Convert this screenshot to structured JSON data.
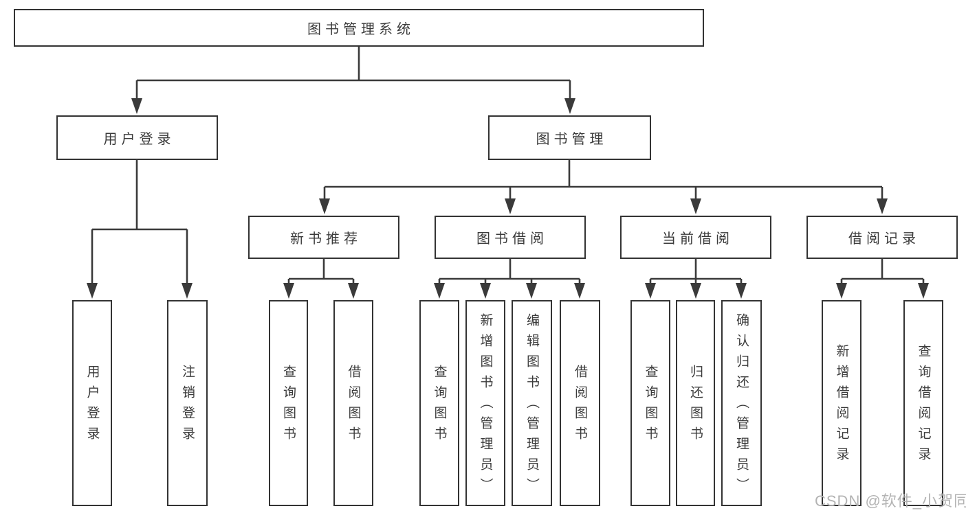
{
  "root": {
    "label": "图书管理系统"
  },
  "branches": [
    {
      "label": "用户登录",
      "children": [
        "用户登录",
        "注销登录"
      ]
    },
    {
      "label": "图书管理",
      "children": [
        {
          "label": "新书推荐",
          "children": [
            "查询图书",
            "借阅图书"
          ]
        },
        {
          "label": "图书借阅",
          "children": [
            "查询图书",
            "新增图书（管理员）",
            "编辑图书（管理员）",
            "借阅图书"
          ]
        },
        {
          "label": "当前借阅",
          "children": [
            "查询图书",
            "归还图书",
            "确认归还（管理员）"
          ]
        },
        {
          "label": "借阅记录",
          "children": [
            "新增借阅记录",
            "查询借阅记录"
          ]
        }
      ]
    }
  ],
  "watermark": "CSDN @软件_小贺同学",
  "colors": {
    "line": "#3a3a3a",
    "box_border": "#333333",
    "text": "#3b3b3b",
    "watermark": "#b3b3b3",
    "background": "#ffffff"
  }
}
